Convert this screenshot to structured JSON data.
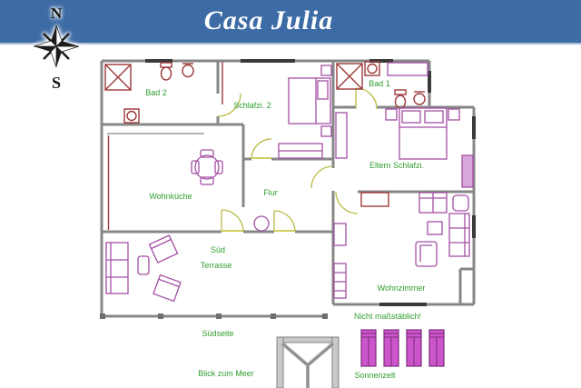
{
  "header": {
    "title": "Casa Julia"
  },
  "compass": {
    "north": "N",
    "south": "S"
  },
  "rooms": {
    "bad2": "Bad 2",
    "schlafzi2": "Schlafzi. 2",
    "bad1": "Bad 1",
    "eltern_schlafzi": "Eltern Schlafzi.",
    "wohnkueche": "Wohnküche",
    "flur": "Flur",
    "terrasse_line1": "Süd",
    "terrasse_line2": "Terrasse",
    "wohnzimmer": "Wohnzimmer"
  },
  "annotations": {
    "suedseite": "Südseite",
    "blick_zum_meer": "Blick zum Meer",
    "nicht_massstaeblich": "Nicht maßstäblich!",
    "sonnenzelt": "Sonnenzelt"
  },
  "colors": {
    "header_bg": "#3d6ba5",
    "header_underline": "#aabfd9",
    "title_text": "#ffffff",
    "wall": "#878787",
    "window": "#3a3a3a",
    "furniture": "#a34fa3",
    "lounger_fill": "#cc55cc",
    "fixture": "#9c3a3a",
    "door": "#b9b944",
    "room_label": "#2f9e2f"
  }
}
